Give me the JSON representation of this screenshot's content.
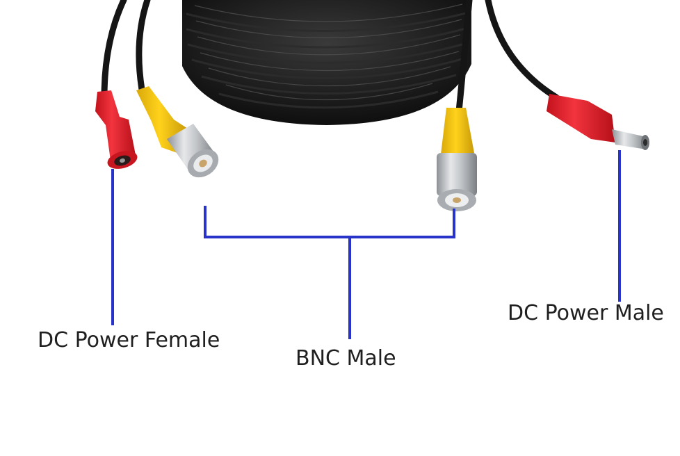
{
  "labels": {
    "dc_power_female": "DC Power Female",
    "bnc_male": "BNC Male",
    "dc_power_male": "DC Power Male"
  },
  "colors": {
    "leader_line": "#2733c9",
    "cable": "#151515",
    "red_connector": "#e81f2b",
    "yellow_connector": "#f2c20d",
    "metal": "#b9bcbf"
  },
  "icons": [
    "coaxial-cable-coil",
    "dc-female-connector",
    "bnc-male-connector",
    "dc-male-connector"
  ]
}
